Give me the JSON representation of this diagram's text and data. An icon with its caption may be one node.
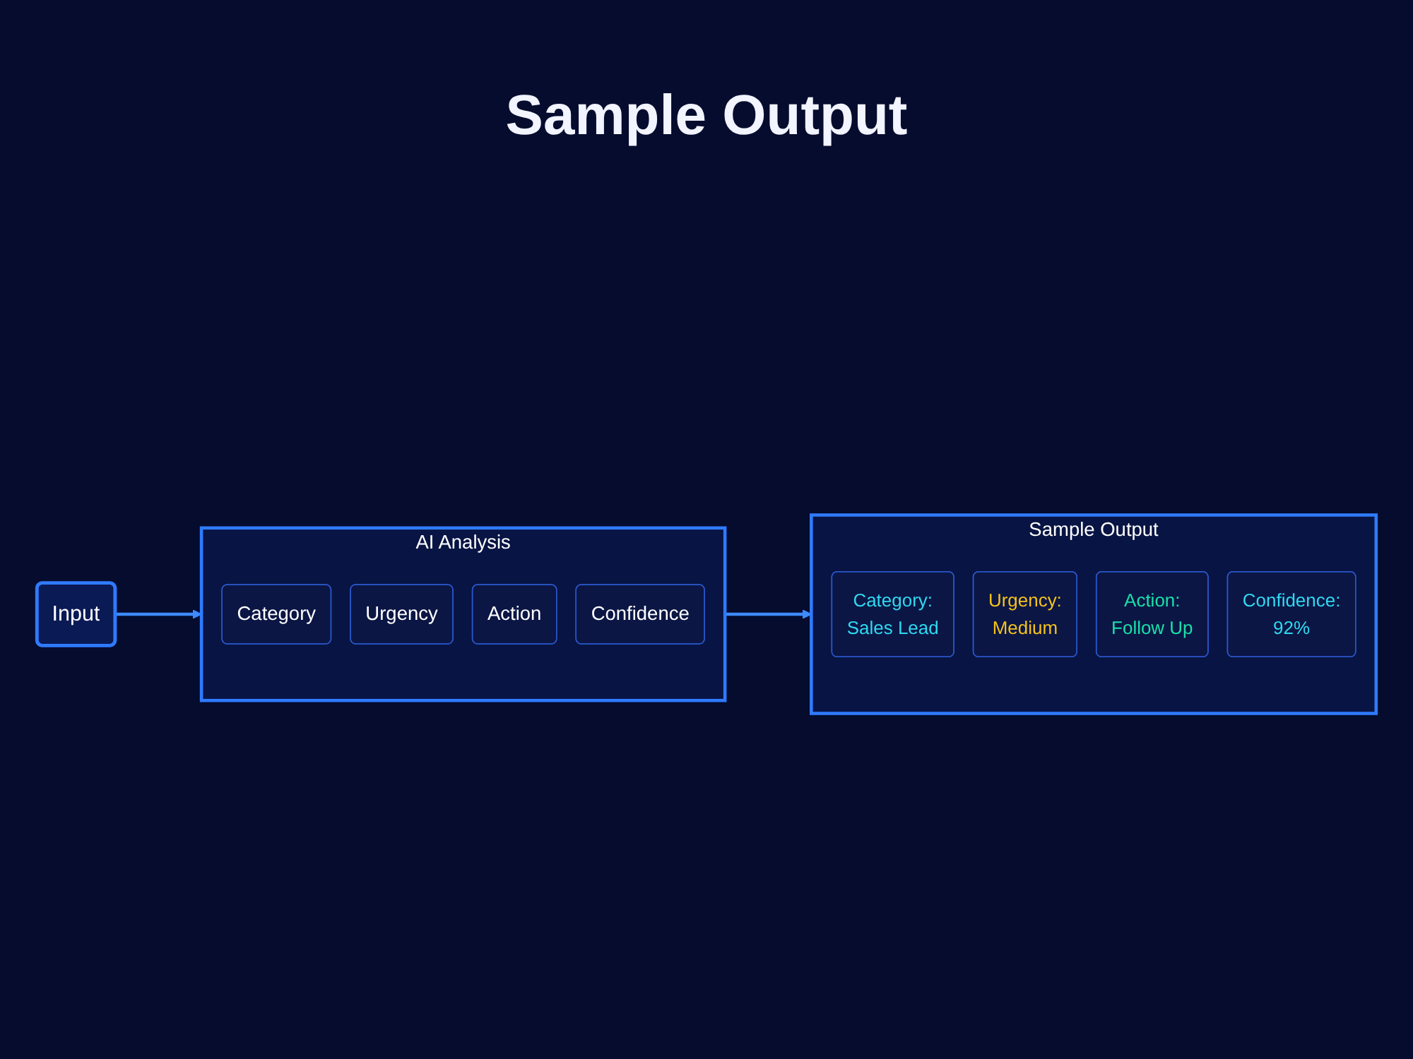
{
  "diagram": {
    "title": "Sample Output",
    "nodes": [
      {
        "text": [
          "Input"
        ]
      },
      {
        "text": [
          "AI Analysis"
        ]
      },
      {
        "text": [
          "Category"
        ],
        "in": 1
      },
      {
        "text": [
          "Urgency"
        ],
        "in": 1
      },
      {
        "text": [
          "Action"
        ],
        "in": 1
      },
      {
        "text": [
          "Confidence"
        ],
        "in": 1
      },
      {
        "text": [
          "Sample Output"
        ]
      },
      {
        "text": [
          "Category:",
          "Sales Lead"
        ],
        "in": 6
      },
      {
        "text": [
          "Urgency:",
          "Medium"
        ],
        "in": 6
      },
      {
        "text": [
          "Action:",
          "Follow Up"
        ],
        "in": 6
      },
      {
        "text": [
          "Confidence:",
          "92%"
        ],
        "in": 6
      }
    ],
    "edges": [
      {
        "from": 0,
        "to": 1,
        "arrow": "to"
      },
      {
        "from": 1,
        "to": 6,
        "arrow": "to"
      }
    ]
  }
}
